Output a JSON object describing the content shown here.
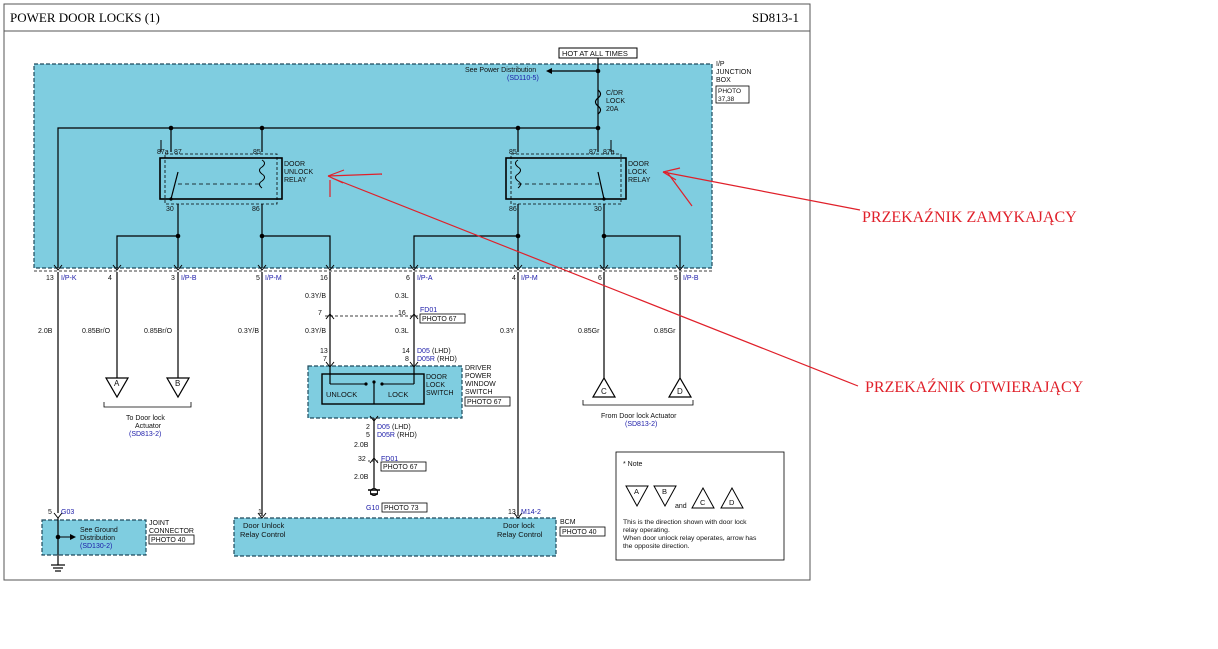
{
  "header": {
    "title": "POWER DOOR LOCKS (1)",
    "code": "SD813-1"
  },
  "top": {
    "hot_label": "HOT AT ALL TIMES",
    "see_power": "See Power Distribution",
    "see_power_ref": "(SD110-5)",
    "fuse_line1": "C/DR",
    "fuse_line2": "LOCK",
    "fuse_line3": "20A",
    "junction_line1": "I/P",
    "junction_line2": "JUNCTION",
    "junction_line3": "BOX",
    "junction_photo1": "PHOTO",
    "junction_photo2": "37,38"
  },
  "relays": {
    "unlock_line1": "DOOR",
    "unlock_line2": "UNLOCK",
    "unlock_line3": "RELAY",
    "lock_line1": "DOOR",
    "lock_line2": "LOCK",
    "lock_line3": "RELAY",
    "pin_87a": "87a",
    "pin_87": "87",
    "pin_85": "85",
    "pin_30": "30",
    "pin_86": "86"
  },
  "pins": {
    "p13": "13",
    "ipk": "I/P-K",
    "p4a": "4",
    "p3": "3",
    "ipb1": "I/P-B",
    "p5": "5",
    "ipm1": "I/P-M",
    "p16": "16",
    "p6": "6",
    "ipa": "I/P-A",
    "p4b": "4",
    "ipm2": "I/P-M",
    "p6b": "6",
    "p5b": "5",
    "ipb2": "I/P-B"
  },
  "wires": {
    "w20b": "2.0B",
    "w085brO1": "0.85Br/O",
    "w085brO2": "0.85Br/O",
    "w03yb_main": "0.3Y/B",
    "w03yb_a": "0.3Y/B",
    "w03yb_b": "0.3Y/B",
    "w03l_a": "0.3L",
    "w03l_b": "0.3L",
    "w03y": "0.3Y",
    "w085gr1": "0.85Gr",
    "w085gr2": "0.85Gr",
    "w20b_s1": "2.0B",
    "w20b_s2": "2.0B"
  },
  "fd01": {
    "pin7": "7",
    "pin16": "16",
    "name": "FD01",
    "photo": "PHOTO 67"
  },
  "switch": {
    "pin13": "13",
    "pin7": "7",
    "pin14": "14",
    "pin8": "8",
    "d05_lhd": "D05",
    "lhd": "(LHD)",
    "d05r_rhd": "D05R",
    "rhd": "(RHD)",
    "name1": "DRIVER",
    "name2": "POWER",
    "name3": "WINDOW",
    "name4": "SWITCH",
    "photo": "PHOTO 67",
    "unlock": "UNLOCK",
    "lock": "LOCK",
    "inner1": "DOOR",
    "inner2": "LOCK",
    "inner3": "SWITCH",
    "pin2": "2",
    "pin5": "5",
    "d05_lhd_b": "D05",
    "lhd_b": "(LHD)",
    "d05r_rhd_b": "D05R",
    "rhd_b": "(RHD)"
  },
  "fd01b": {
    "pin32": "32",
    "name": "FD01",
    "photo": "PHOTO 67"
  },
  "ground": {
    "name": "G10",
    "photo": "PHOTO 73"
  },
  "actuators": {
    "a": "A",
    "b": "B",
    "c": "C",
    "d": "D",
    "to_line1": "To Door lock",
    "to_line2": "Actuator",
    "to_ref": "(SD813-2)",
    "from_line1": "From Door lock Actuator",
    "from_ref": "(SD813-2)"
  },
  "joint": {
    "pin5": "5",
    "name": "G03",
    "see1": "See Ground",
    "see2": "Distribution",
    "ref": "(SD130-2)",
    "label1": "JOINT",
    "label2": "CONNECTOR",
    "photo": "PHOTO 40"
  },
  "bcm": {
    "pin1": "1",
    "pin13": "13",
    "connector": "M14-2",
    "left1": "Door Unlock",
    "left2": "Relay Control",
    "right1": "Door lock",
    "right2": "Relay Control",
    "name": "BCM",
    "photo": "PHOTO 40"
  },
  "note": {
    "title": "* Note",
    "and": "and",
    "text1": "This is the direction shown with door lock",
    "text2": "relay operating.",
    "text3": "When door unlock relay operates, arrow has",
    "text4": "the opposite direction."
  },
  "annotations": {
    "zamykajacy": "PRZEKAŹNIK ZAMYKAJĄCY",
    "otwierajacy": "PRZEKAŹNIK OTWIERAJĄCY"
  }
}
